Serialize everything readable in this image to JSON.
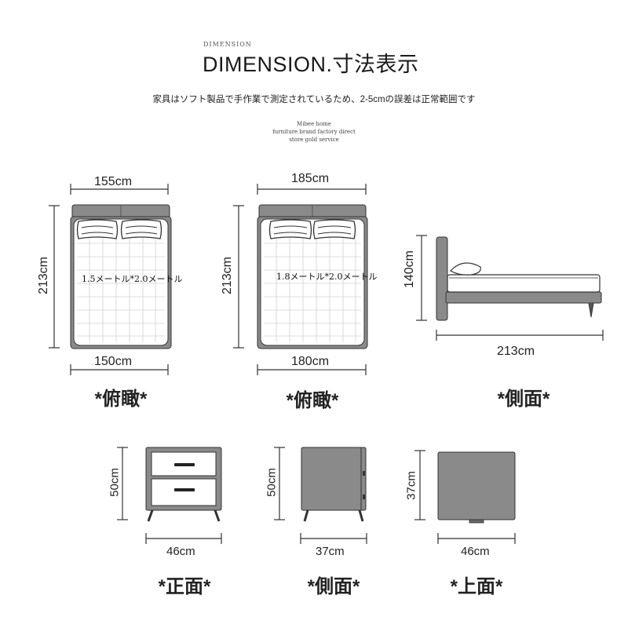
{
  "header": {
    "overline": "DIMENSION",
    "title": "DIMENSION.寸法表示",
    "subtitle": "家具はソフト製品で手作業で測定されているため、2-5cmの誤差は正常範囲です",
    "brand_lines": [
      "Mibee home",
      "furniture brand factory direct",
      "store gold service"
    ]
  },
  "bed_small": {
    "width_top": "155cm",
    "width_bottom": "150cm",
    "length": "213cm",
    "label": "1.5メートル*2.0メートル",
    "caption": "*俯瞰*"
  },
  "bed_large": {
    "width_top": "185cm",
    "width_bottom": "180cm",
    "length": "213cm",
    "label": "1.8メートル*2.0メートル",
    "caption": "*俯瞰*"
  },
  "bed_side": {
    "height": "140cm",
    "length": "213cm",
    "caption": "*側面*"
  },
  "nightstand_front": {
    "height": "50cm",
    "width": "46cm",
    "caption": "*正面*"
  },
  "nightstand_side": {
    "height": "50cm",
    "width": "37cm",
    "caption": "*側面*"
  },
  "nightstand_top": {
    "height": "37cm",
    "width": "46cm",
    "caption": "*上面*"
  },
  "colors": {
    "line": "#333333",
    "frame_fill": "#8a8a8a",
    "frame_dark": "#6e6e6e",
    "mattress": "#ffffff",
    "quilt_line": "#cfcfcf"
  }
}
